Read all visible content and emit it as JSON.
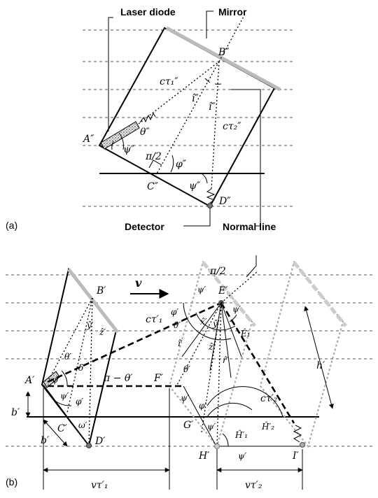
{
  "panel_a": {
    "tag": "(a)",
    "callouts": {
      "laser": "Laser diode",
      "mirror": "Mirror",
      "detector": "Detector",
      "normal": "Normal line"
    },
    "points": {
      "A": "A″",
      "B": "B″",
      "C": "C″",
      "D": "D″"
    },
    "labels": {
      "ct1": "cτ₁″",
      "ct2": "cτ₂″",
      "i1": "î″",
      "i2": "î″",
      "theta": "θ″",
      "psi1": "ψ″",
      "psi2": "ψ″",
      "pi2": "π/2",
      "phi": "φ″"
    }
  },
  "panel_b": {
    "tag": "(b)",
    "points": {
      "A": "A′",
      "B": "B′",
      "C": "C′",
      "D": "D′",
      "E": "E′",
      "F": "F′",
      "G": "G′",
      "H": "H′",
      "I": "I′"
    },
    "labels": {
      "v": "v",
      "pi2": "π/2",
      "ct1": "cτ′₁",
      "ct2": "cτ′₂",
      "y_hat_B": "ŷ′",
      "z_hat_B": "ẑ′",
      "theta_A": "θ′",
      "delta": "δ′",
      "psi_A1": "ψ′",
      "psi_A2": "ψ′",
      "phi_A": "φ′",
      "omega": "ω′",
      "b1": "b′",
      "b2": "b′",
      "psi_E1": "ψ′",
      "psi_E2": "ψ′",
      "phi_E": "φ′",
      "theta_E": "θ′",
      "i_E": "î′",
      "x_hat": "x̂′",
      "y_hat": "ŷ′",
      "z_hat": "ẑ′",
      "E1": "Ê₁",
      "r_hat": "r̂′",
      "pi_theta": "π − θ′",
      "theta_F": "θ′",
      "psi_F": "ψ′",
      "phi_F": "φ′",
      "psi_G": "ψ′",
      "H1": "Ĥ′₁",
      "H2": "Ĥ′₂",
      "psi_H": "ψ′",
      "h": "h′",
      "vt1": "vτ′₁",
      "vt2": "vτ′₂"
    }
  }
}
